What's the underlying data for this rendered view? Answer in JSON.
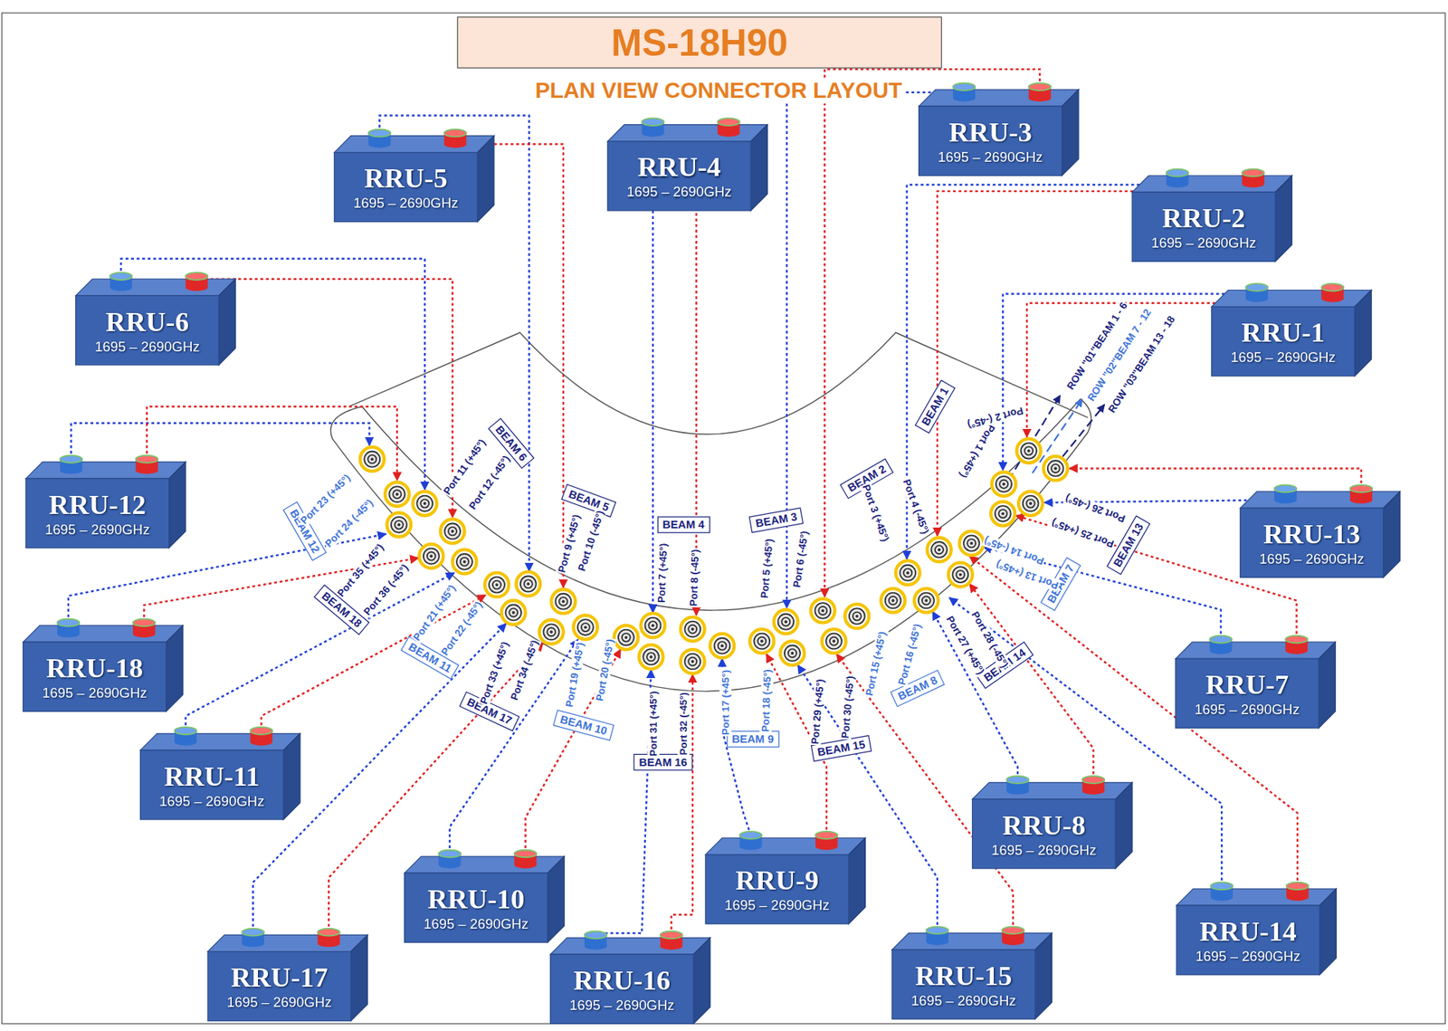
{
  "diagram": {
    "title": "MS-18H90",
    "nodes": [
      {
        "text": [
          "RRU-5",
          "1695 – 2690GHz"
        ]
      },
      {
        "text": [
          "RRU-4",
          "1695 – 2690GHz"
        ]
      },
      {
        "text": [
          "RRU-3",
          "1695 – 2690GHz"
        ]
      },
      {
        "text": [
          "RRU-2",
          "1695 – 2690GHz"
        ]
      },
      {
        "text": [
          "RRU-6",
          "1695 – 2690GHz"
        ]
      },
      {
        "text": [
          "RRU-1",
          "1695 – 2690GHz"
        ]
      },
      {
        "text": [
          "RRU-12",
          "1695 – 2690GHz"
        ]
      },
      {
        "text": [
          "RRU-13",
          "1695 – 2690GHz"
        ]
      },
      {
        "text": [
          "RRU-18",
          "1695 – 2690GHz"
        ]
      },
      {
        "text": [
          "RRU-7",
          "1695 – 2690GHz"
        ]
      },
      {
        "text": [
          "RRU-11",
          "1695 – 2690GHz"
        ]
      },
      {
        "text": [
          "RRU-8",
          "1695 – 2690GHz"
        ]
      },
      {
        "text": [
          "RRU-10",
          "1695 – 2690GHz"
        ]
      },
      {
        "text": [
          "RRU-9",
          "1695 – 2690GHz"
        ]
      },
      {
        "text": [
          "RRU-14",
          "1695 – 2690GHz"
        ]
      },
      {
        "text": [
          "RRU-17",
          "1695 – 2690GHz"
        ]
      },
      {
        "text": [
          "RRU-16",
          "1695 – 2690GHz"
        ]
      },
      {
        "text": [
          "RRU-15",
          "1695 – 2690GHz"
        ]
      },
      {
        "text": [
          "BEAM 1"
        ]
      },
      {
        "text": [
          "BEAM 2"
        ]
      },
      {
        "text": [
          "BEAM 3"
        ]
      },
      {
        "text": [
          "BEAM 4"
        ]
      },
      {
        "text": [
          "BEAM 5"
        ]
      },
      {
        "text": [
          "BEAM 6"
        ]
      },
      {
        "text": [
          "BEAM 7"
        ]
      },
      {
        "text": [
          "BEAM 8"
        ]
      },
      {
        "text": [
          "BEAM 9"
        ]
      },
      {
        "text": [
          "BEAM 10"
        ]
      },
      {
        "text": [
          "BEAM 11"
        ]
      },
      {
        "text": [
          "BEAM 12"
        ]
      },
      {
        "text": [
          "BEAM 13"
        ]
      },
      {
        "text": [
          "BEAM 14"
        ]
      },
      {
        "text": [
          "BEAM 15"
        ]
      },
      {
        "text": [
          "BEAM 16"
        ]
      },
      {
        "text": [
          "BEAM 17"
        ]
      },
      {
        "text": [
          "BEAM 18"
        ]
      }
    ],
    "labels": [
      "PLAN VIEW CONNECTOR LAYOUT",
      "Port 1 (+45°)",
      "Port 2 (-45°)",
      "Port 3 (+45°)",
      "Port 4 (-45°)",
      "Port 5 (+45°)",
      "Port 6 (-45°)",
      "Port 7 (+45°)",
      "Port 8 (-45°)",
      "Port 9 (+45°)",
      "Port 10 (-45°)",
      "Port 11 (+45°)",
      "Port 12 (-45°)",
      "Port 13 (+45°)",
      "Port 14 (-45°)",
      "Port 15 (+45°)",
      "Port 16 (-45°)",
      "Port 17 (+45°)",
      "Port 18 (-45°)",
      "Port 19 (+45°)",
      "Port 20 (-45°)",
      "Port 21 (+45°)",
      "Port 22 (-45°)",
      "Port 23 (+45°)",
      "Port 24 (-45°)",
      "Port 25 (+45°)",
      "Port 26 (-45°)",
      "Port 27 (+45°)",
      "Port 28 (-45°)",
      "Port 29 (+45°)",
      "Port 30 (-45°)",
      "Port 31 (+45°)",
      "Port 32 (-45°)",
      "Port 33 (+45°)",
      "Port 34 (-45°)",
      "Port 35 (+45°)",
      "Port 36 (-45°)",
      "ROW \"01\"BEAM 1 - 6",
      "ROW \"02\"BEAM 7 - 12",
      "ROW \"03\"BEAM 13 - 18"
    ]
  }
}
